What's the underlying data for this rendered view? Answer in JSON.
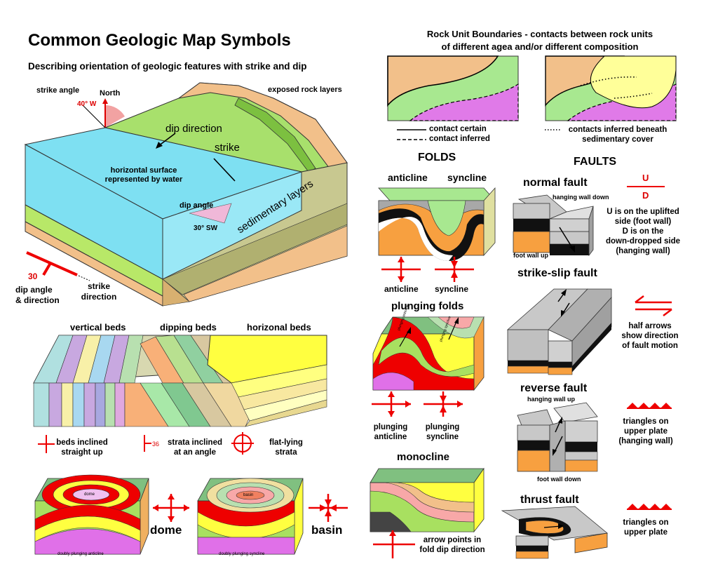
{
  "title": "Common Geologic Map Symbols",
  "subtitle": "Describing orientation of geologic features with strike and dip",
  "strike_dip": {
    "strike_angle": "strike angle",
    "north": "North",
    "strike_angle_value": "40° W",
    "exposed_rock_layers": "exposed rock layers",
    "dip_direction": "dip direction",
    "strike": "strike",
    "horizontal_surface_1": "horizontal surface",
    "horizontal_surface_2": "represented by water",
    "dip_angle": "dip angle",
    "dip_angle_value": "30° SW",
    "sedimentary_layers": "sedimentary layers",
    "symbol_number": "30",
    "dip_label_1": "dip angle",
    "dip_label_2": "& direction",
    "strike_label_1": "strike",
    "strike_label_2": "direction"
  },
  "beds": {
    "vertical": "vertical beds",
    "dipping": "dipping beds",
    "horizontal": "horizonal beds",
    "sym1_1": "beds inclined",
    "sym1_2": "straight up",
    "sym2_num": "36",
    "sym2_1": "strata inclined",
    "sym2_2": "at an angle",
    "sym3_1": "flat-lying",
    "sym3_2": "strata"
  },
  "dome_basin": {
    "dome_inner": "dome",
    "dome_caption": "doubly plunging anticline",
    "dome": "dome",
    "basin_inner": "basin",
    "basin_caption": "doubly plunging syncline",
    "basin": "basin"
  },
  "contacts": {
    "heading_1": "Rock Unit Boundaries - contacts between rock units",
    "heading_2": "of different agea and/or different composition",
    "certain": "contact certain",
    "inferred": "contact inferred",
    "beneath_1": "contacts inferred beneath",
    "beneath_2": "sedimentary cover"
  },
  "folds": {
    "heading": "FOLDS",
    "anticline_top": "anticline",
    "syncline_top": "syncline",
    "anticline": "anticline",
    "syncline": "syncline",
    "plunging_heading": "plunging folds",
    "plunging_inner_1": "plunging anticline",
    "plunging_inner_2": "plunging syncline",
    "plunging_anticline_1": "plunging",
    "plunging_anticline_2": "anticline",
    "plunging_syncline_1": "plunging",
    "plunging_syncline_2": "syncline",
    "monocline": "monocline",
    "mono_1": "arrow points in",
    "mono_2": "fold dip direction"
  },
  "faults": {
    "heading": "FAULTS",
    "normal": "normal fault",
    "hanging_wall_down": "hanging wall down",
    "foot_wall_up": "foot wall up",
    "u": "U",
    "d": "D",
    "u_1": "U is on the uplifted",
    "u_2": "side (foot wall)",
    "d_1": "D is on the",
    "d_2": "down-dropped side",
    "d_3": "(hanging wall)",
    "strike_slip": "strike-slip fault",
    "half_1": "half arrows",
    "half_2": "show direction",
    "half_3": "of fault motion",
    "reverse": "reverse fault",
    "hanging_wall_up": "hanging wall up",
    "foot_wall_down": "foot wall down",
    "tri_1": "triangles on",
    "tri_2": "upper plate",
    "tri_3": "(hanging wall)",
    "thrust": "thrust fault",
    "thrust_1": "triangles on",
    "thrust_2": "upper plate"
  },
  "colors": {
    "water": "#7ee0f2",
    "green": "#a8e06c",
    "tan": "#f2c08a",
    "pink_purple": "#e07ae8",
    "yellow": "#ffff40",
    "red_symbol": "#e00000",
    "orange": "#f7a040",
    "gray": "#a8a8a8"
  }
}
